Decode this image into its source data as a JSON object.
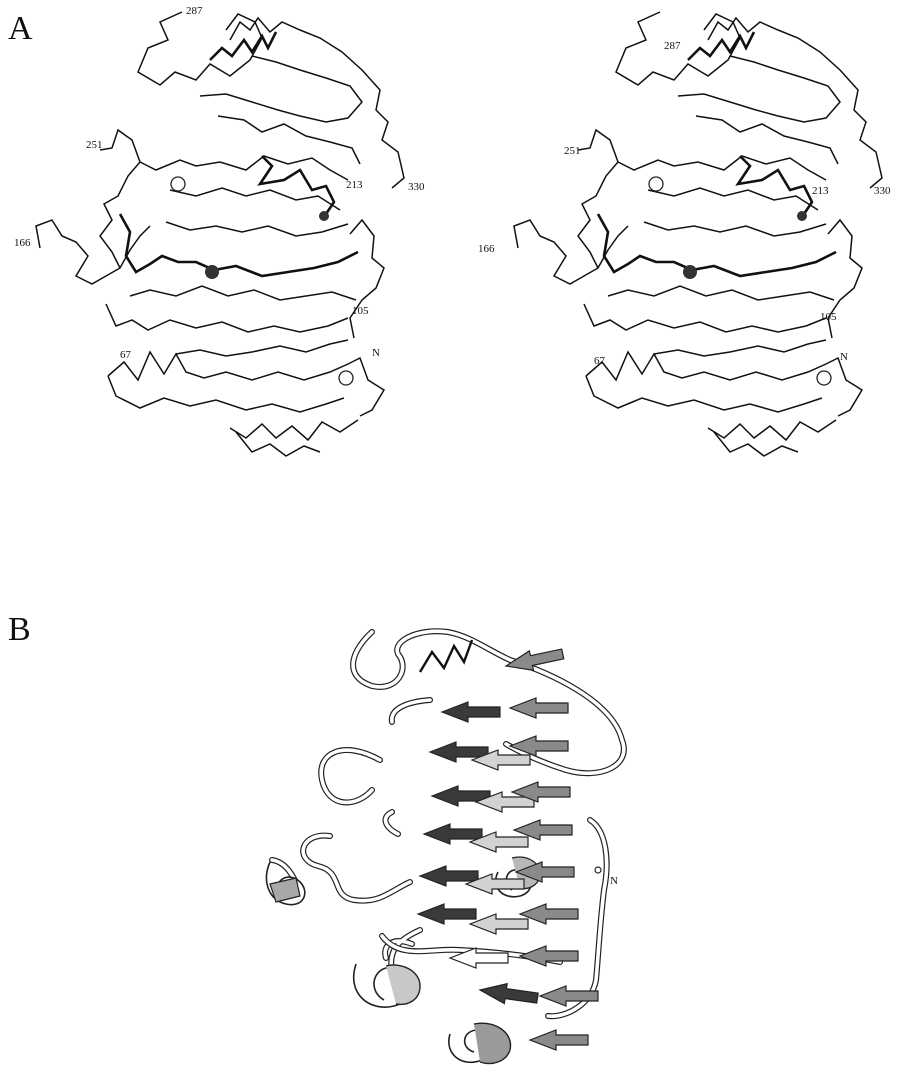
{
  "panels": {
    "a": {
      "letter": "A"
    },
    "b": {
      "letter": "B"
    }
  },
  "residue_labels": {
    "r287": "287",
    "r251": "251",
    "r213": "213",
    "r330": "330",
    "r166": "166",
    "r105": "105",
    "r67": "67",
    "n_term": "N"
  },
  "colors": {
    "trace": "#111111",
    "strand_dark": "#3a3a3a",
    "strand_mid": "#8a8a8a",
    "strand_light": "#d2d2d2"
  }
}
